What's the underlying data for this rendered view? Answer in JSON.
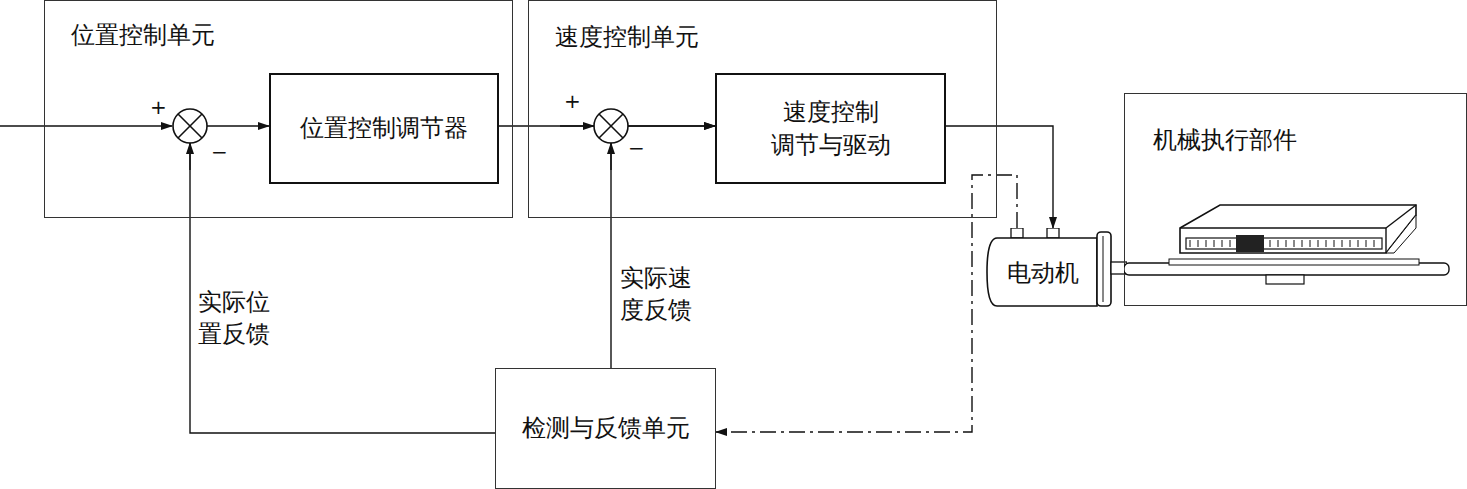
{
  "diagram": {
    "nodes": [
      {
        "text": [
          "位置控制单元"
        ]
      },
      {
        "text": [
          "位置控制调节器"
        ],
        "in": 0
      },
      {
        "text": [
          "速度控制单元"
        ]
      },
      {
        "text": [
          "速度控制 调节与驱动"
        ],
        "in": 2
      },
      {
        "text": [
          "电动机"
        ]
      },
      {
        "text": [
          "机械执行部件"
        ]
      },
      {
        "text": [
          "检测与反馈单元"
        ]
      }
    ],
    "edges": [
      {
        "from": 1,
        "to": 3,
        "arrow": "to"
      },
      {
        "from": 3,
        "to": 4,
        "arrow": "to"
      },
      {
        "from": 4,
        "to": 6,
        "arrow": "to"
      },
      {
        "from": 6,
        "to": 3,
        "label": "实际速度反馈",
        "arrow": "to"
      },
      {
        "from": 6,
        "to": 1,
        "label": "实际位置反馈",
        "arrow": "to"
      }
    ],
    "labels": [
      "+",
      "−",
      "+",
      "−"
    ]
  }
}
